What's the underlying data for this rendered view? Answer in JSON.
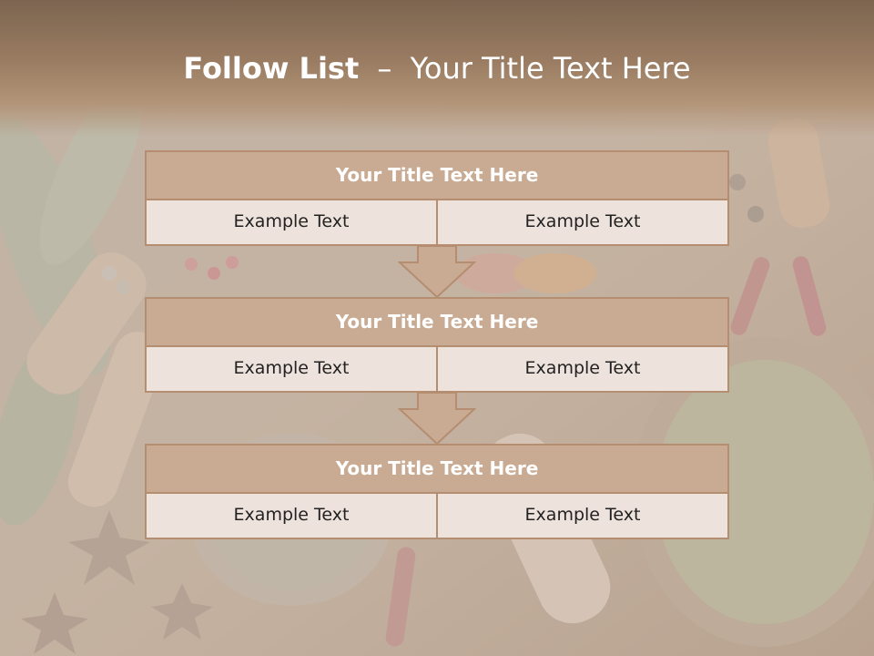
{
  "slide": {
    "title_bold": "Follow List",
    "title_separator": "–",
    "title_rest": "Your Title Text Here"
  },
  "blocks": [
    {
      "title": "Your Title Text Here",
      "left_text": "Example Text",
      "right_text": "Example Text"
    },
    {
      "title": "Your Title Text Here",
      "left_text": "Example Text",
      "right_text": "Example Text"
    },
    {
      "title": "Your Title Text Here",
      "left_text": "Example Text",
      "right_text": "Example Text"
    }
  ],
  "colors": {
    "header_fill": "#c9ab93",
    "cell_fill": "#eee2dc",
    "border": "#b58d70",
    "arrow_fill": "#c9ab93",
    "title_band": "#9a7c62"
  },
  "icons": {
    "down_arrow": "down-arrow-icon"
  }
}
